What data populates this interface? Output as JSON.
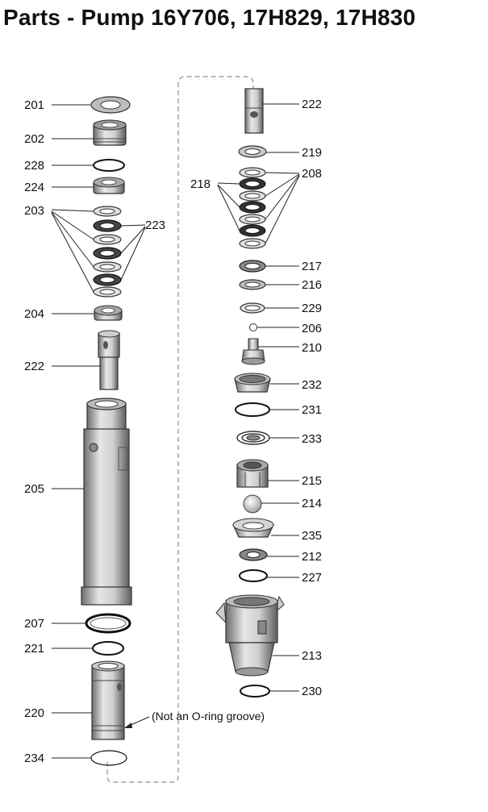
{
  "title": "Parts - Pump 16Y706, 17H829, 17H830",
  "note": "(Not an O-ring groove)",
  "labels": {
    "p201": "201",
    "p202": "202",
    "p228": "228",
    "p224": "224",
    "p203": "203",
    "p223": "223",
    "p204": "204",
    "p222a": "222",
    "p205": "205",
    "p207": "207",
    "p221": "221",
    "p220": "220",
    "p234": "234",
    "p222b": "222",
    "p219": "219",
    "p218": "218",
    "p208": "208",
    "p217": "217",
    "p216": "216",
    "p229": "229",
    "p206": "206",
    "p210": "210",
    "p232": "232",
    "p231": "231",
    "p233": "233",
    "p215": "215",
    "p214": "214",
    "p235": "235",
    "p212": "212",
    "p227": "227",
    "p213": "213",
    "p230": "230"
  }
}
